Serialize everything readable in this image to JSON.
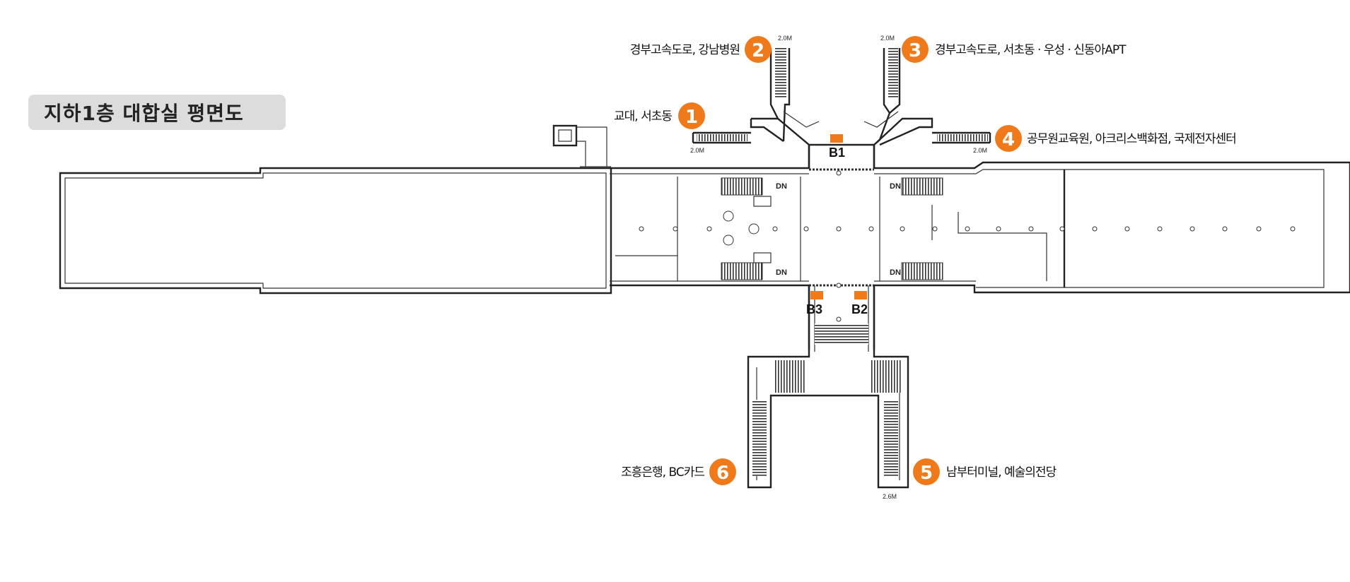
{
  "title": "지하1층 대합실 평면도",
  "accent_color": "#f07a1a",
  "exits": [
    {
      "number": "1",
      "label": "교대, 서초동"
    },
    {
      "number": "2",
      "label": "경부고속도로, 강남병원"
    },
    {
      "number": "3",
      "label": "경부고속도로, 서초동 · 우성 · 신동아APT"
    },
    {
      "number": "4",
      "label": "공무원교육원, 아크리스백화점, 국제전자센터"
    },
    {
      "number": "5",
      "label": "남부터미널, 예술의전당"
    },
    {
      "number": "6",
      "label": "조흥은행, BC카드"
    }
  ],
  "gates": [
    "B1",
    "B2",
    "B3"
  ],
  "widths": {
    "w1": "2.0M",
    "w2": "2.0M",
    "w3": "2.0M",
    "w4": "2.0M",
    "w5": "2.6M"
  },
  "dn_label": "DN"
}
